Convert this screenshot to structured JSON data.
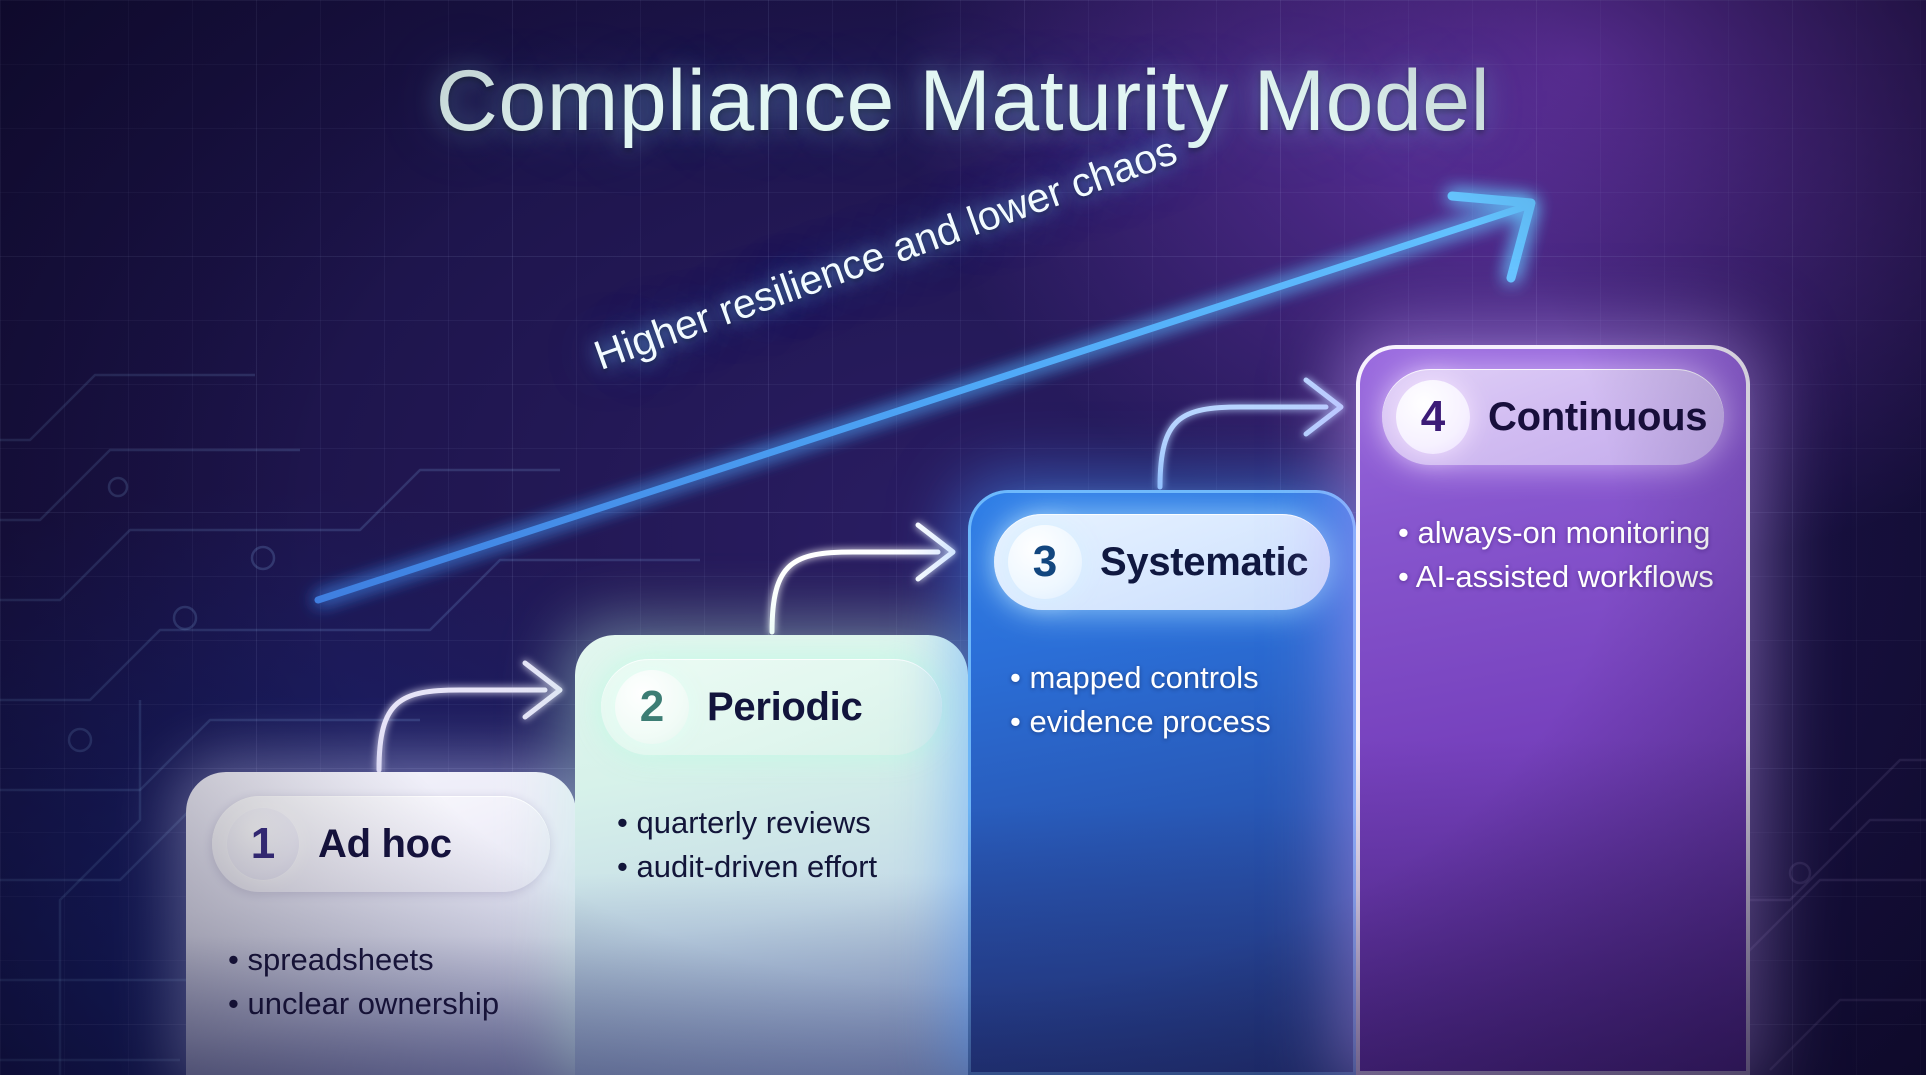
{
  "title": "Compliance Maturity Model",
  "trend": {
    "label": "Higher resilience and lower chaos",
    "arrow_color": "#47a8f5",
    "direction": "up-right"
  },
  "colors": {
    "background_navy": "#1b1347",
    "background_purple": "#3a1f72",
    "title_text": "#e2f6f3",
    "stage1": "#e8e8f6",
    "stage2": "#d7f2ea",
    "stage3": "#2b6fd8",
    "stage4": "#8857cf",
    "connector_1_2": "#e7e4f8",
    "connector_2_3": "#ffffff",
    "connector_3_4": "#b9d6ff"
  },
  "stages": [
    {
      "number": "1",
      "name": "Ad hoc",
      "bullets": [
        "spreadsheets",
        "unclear ownership"
      ]
    },
    {
      "number": "2",
      "name": "Periodic",
      "bullets": [
        "quarterly reviews",
        "audit-driven effort"
      ]
    },
    {
      "number": "3",
      "name": "Systematic",
      "bullets": [
        "mapped controls",
        "evidence process"
      ]
    },
    {
      "number": "4",
      "name": "Continuous",
      "bullets": [
        "always-on monitoring",
        "AI-assisted workflows"
      ]
    }
  ]
}
